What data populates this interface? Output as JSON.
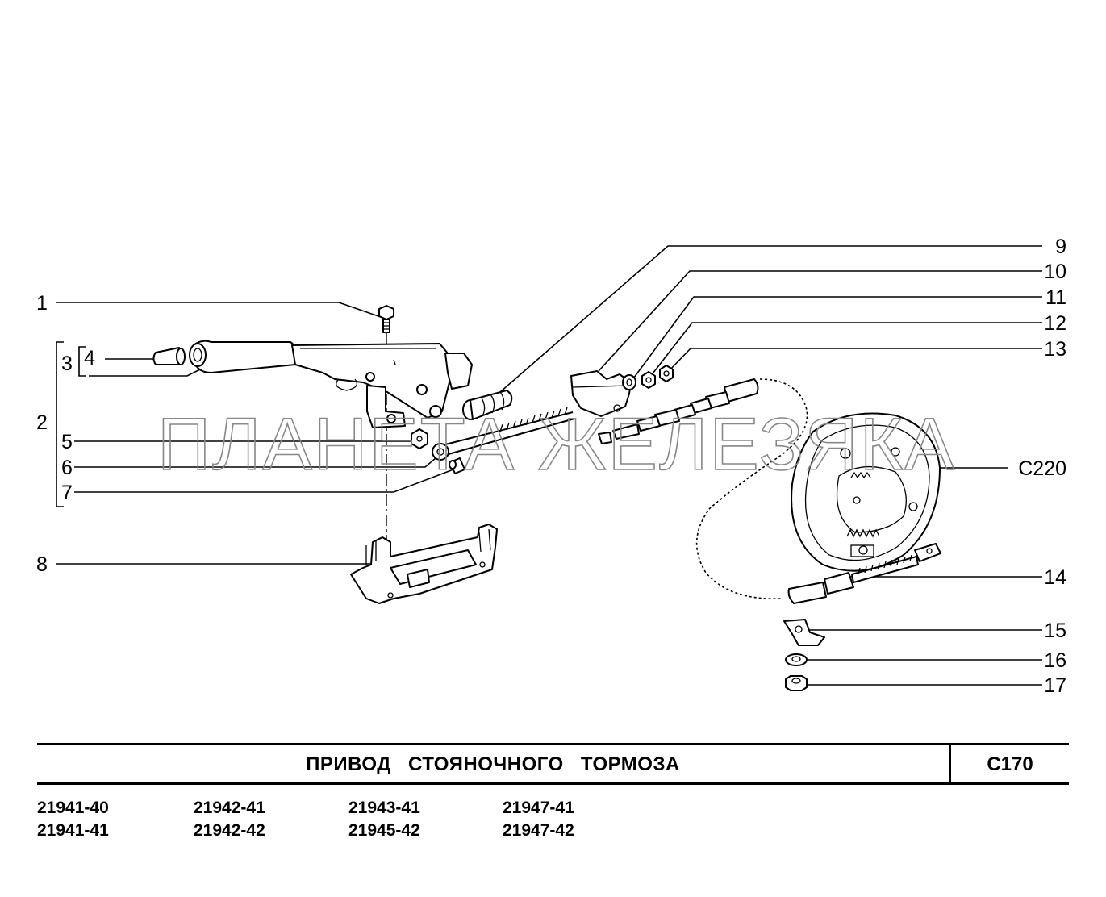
{
  "title": "ПРИВОД   СТОЯНОЧНОГО   ТОРМОЗА",
  "page_code": "С170",
  "watermark": "ПЛАНЕТА ЖЕЛЕЗЯКА",
  "callouts": {
    "c1": "1",
    "c2": "2",
    "c3": "3",
    "c4": "4",
    "c5": "5",
    "c6": "6",
    "c7": "7",
    "c8": "8",
    "c9": "9",
    "c10": "10",
    "c11": "11",
    "c12": "12",
    "c13": "13",
    "c220": "С220",
    "c14": "14",
    "c15": "15",
    "c16": "16",
    "c17": "17"
  },
  "models": [
    [
      "21941-40",
      "21941-41"
    ],
    [
      "21942-41",
      "21942-42"
    ],
    [
      "21943-41",
      "21945-42"
    ],
    [
      "21947-41",
      "21947-42"
    ]
  ]
}
